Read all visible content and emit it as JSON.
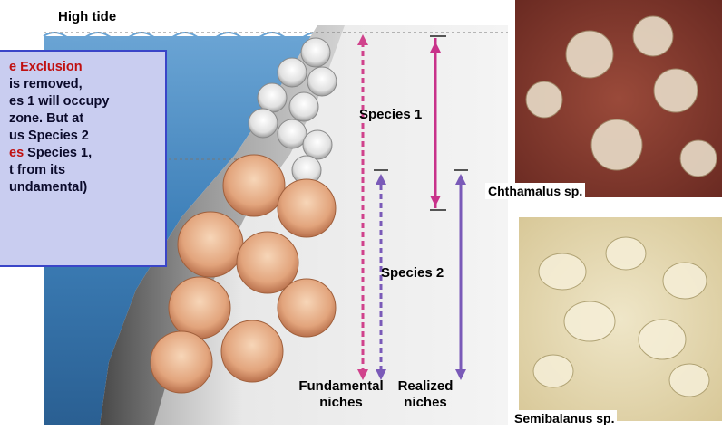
{
  "labels": {
    "high_tide": "High tide",
    "species1": "Species 1",
    "species2": "Species 2",
    "fundamental": "Fundamental",
    "fundamental2": "niches",
    "realized": "Realized",
    "realized2": "niches"
  },
  "callout": {
    "title": "e Exclusion",
    "line1": "is removed,",
    "line2": "es 1 will occupy",
    "line3": "zone. But at",
    "line4": "us Species 2",
    "verb": "es",
    "line5": " Species 1,",
    "line6": "t from its",
    "line7": "undamental)"
  },
  "photos": {
    "top_caption": "Chthamalus sp.",
    "bottom_caption": "Semibalanus sp."
  },
  "colors": {
    "water": "#3d7fb8",
    "rock": "#5a5a5a",
    "fundamental_arrow": "#d0428c",
    "species1_arrow": "#c8328a",
    "species2_arrow": "#7a5ab8",
    "callout_bg": "#c9cdf0",
    "callout_border": "#3a45c8",
    "callout_red": "#c01010"
  }
}
